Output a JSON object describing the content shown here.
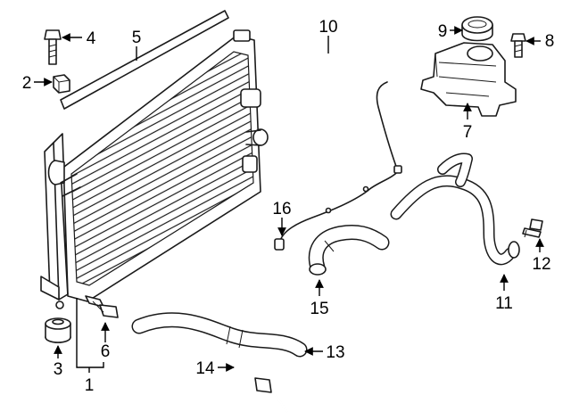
{
  "callouts": {
    "c1": "1",
    "c2": "2",
    "c3": "3",
    "c4": "4",
    "c5": "5",
    "c6": "6",
    "c7": "7",
    "c8": "8",
    "c9": "9",
    "c10": "10",
    "c11": "11",
    "c12": "12",
    "c13": "13",
    "c14": "14",
    "c15": "15",
    "c16": "16"
  },
  "colors": {
    "line": "#1a1a1a",
    "background": "#ffffff"
  }
}
